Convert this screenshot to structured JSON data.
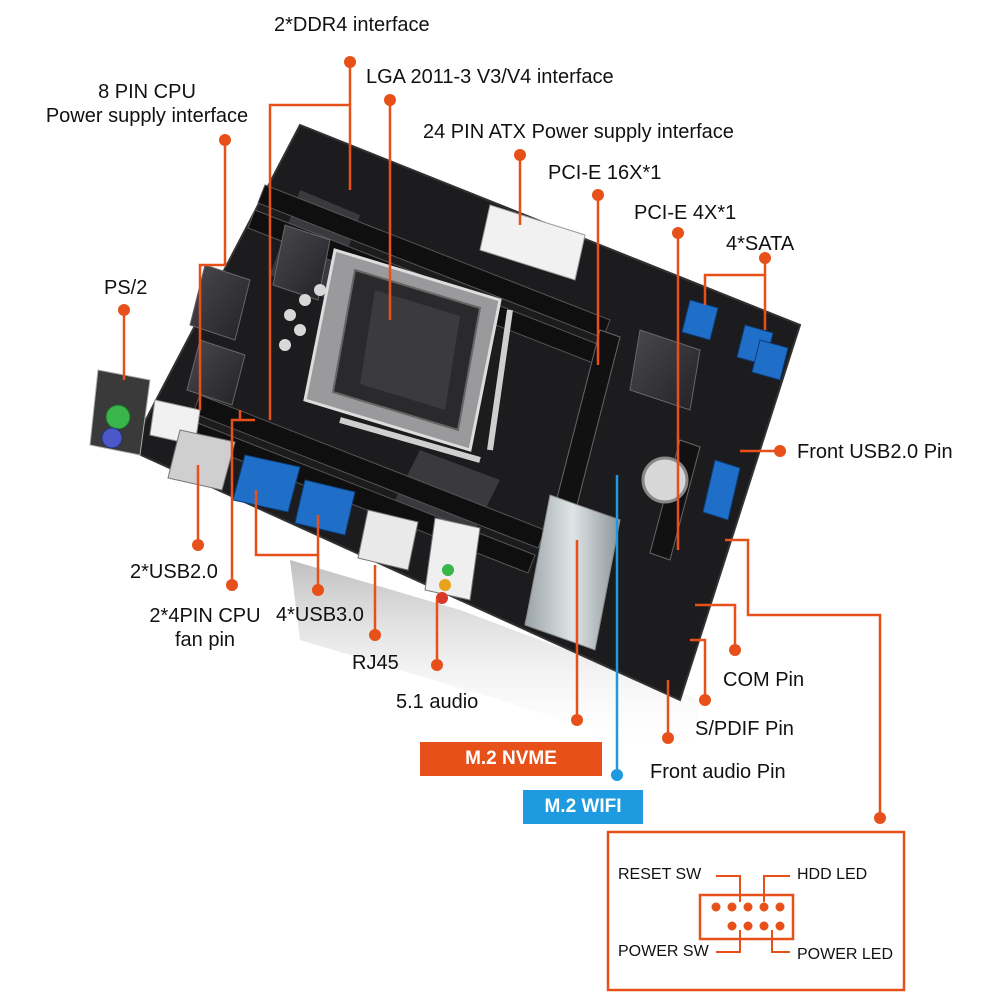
{
  "labels": {
    "ddr4": "2*DDR4 interface",
    "lga": "LGA 2011-3 V3/V4 interface",
    "cpu_power_1": "8 PIN CPU",
    "cpu_power_2": "Power supply interface",
    "atx": "24 PIN ATX Power supply interface",
    "pcie16": "PCI-E 16X*1",
    "pcie4": "PCI-E 4X*1",
    "sata": "4*SATA",
    "ps2": "PS/2",
    "front_usb": "Front USB2.0 Pin",
    "usb2": "2*USB2.0",
    "fan_1": "2*4PIN CPU",
    "fan_2": "fan pin",
    "usb3": "4*USB3.0",
    "rj45": "RJ45",
    "audio51": "5.1 audio",
    "com": "COM Pin",
    "spdif": "S/PDIF Pin",
    "front_audio": "Front audio Pin"
  },
  "tags": {
    "m2_nvme": "M.2 NVME",
    "m2_wifi": "M.2 WIFI"
  },
  "panel": {
    "reset_sw": "RESET SW",
    "hdd_led": "HDD  LED",
    "power_sw": "POWER SW",
    "power_led": "POWER LED"
  },
  "colors": {
    "callout": "#e8501a",
    "wifi": "#1e9be0",
    "board": "#1c1c1e"
  }
}
